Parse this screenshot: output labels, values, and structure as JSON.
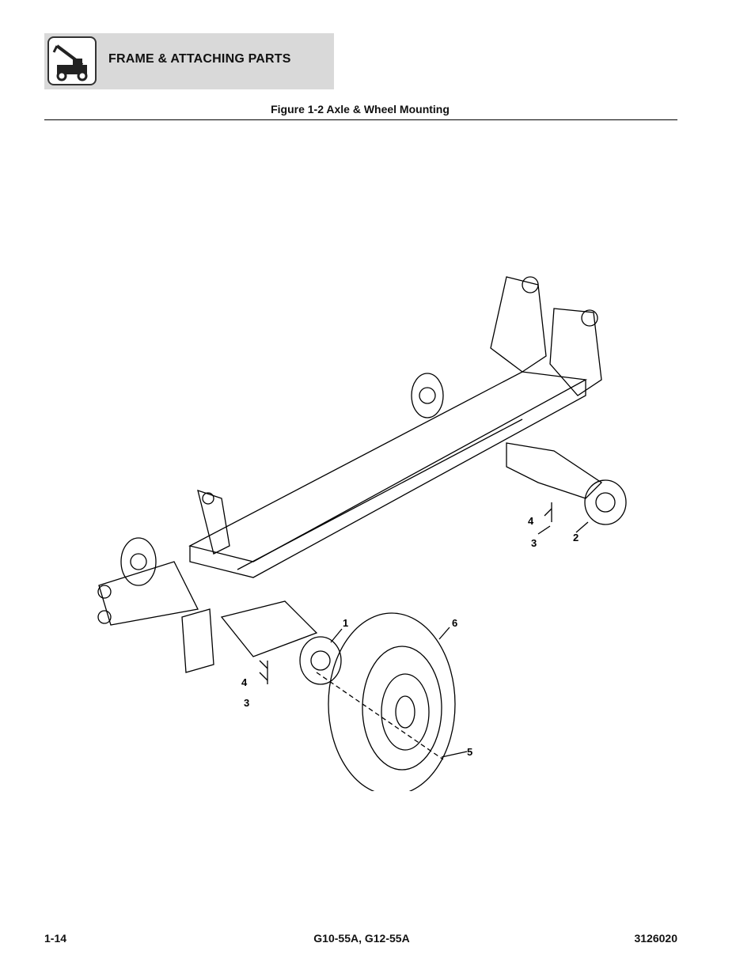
{
  "header": {
    "section_title": "FRAME & ATTACHING PARTS",
    "logo_icon": "telehandler-icon"
  },
  "figure": {
    "title": "Figure 1-2 Axle & Wheel Mounting",
    "callouts": [
      {
        "label": "1"
      },
      {
        "label": "2"
      },
      {
        "label": "3"
      },
      {
        "label": "3"
      },
      {
        "label": "4"
      },
      {
        "label": "4"
      },
      {
        "label": "5"
      },
      {
        "label": "6"
      }
    ]
  },
  "footer": {
    "page_number": "1-14",
    "model": "G10-55A, G12-55A",
    "doc_number": "3126020"
  }
}
